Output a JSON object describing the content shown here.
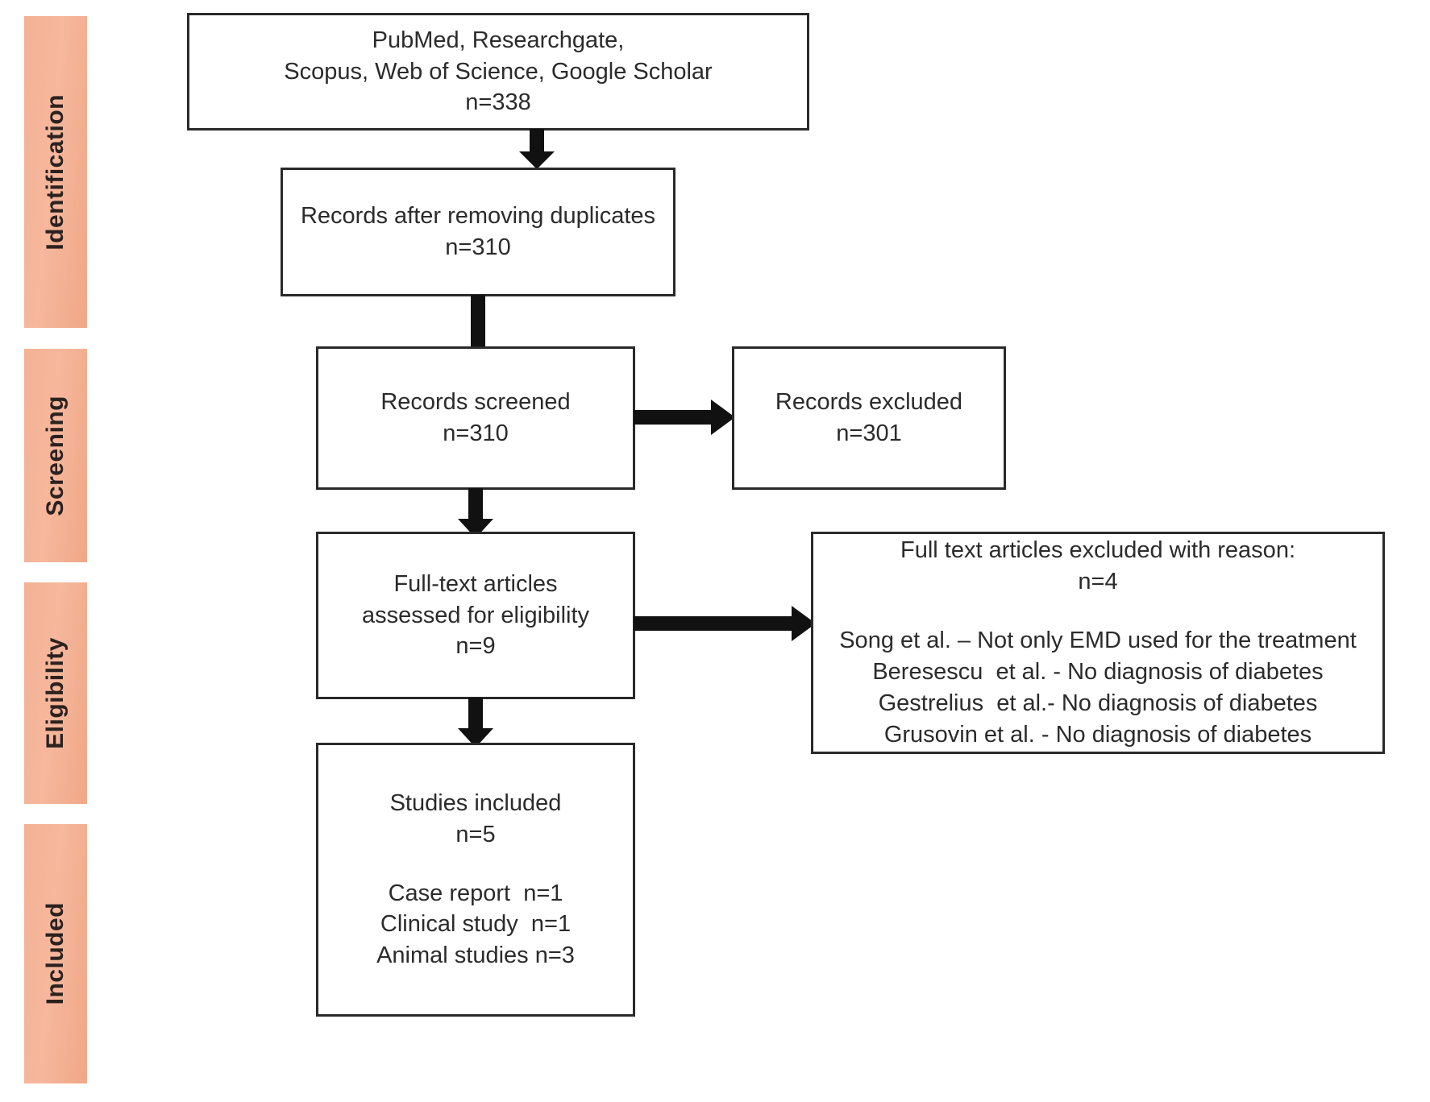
{
  "diagram": {
    "type": "prisma-flow-diagram",
    "phases": [
      {
        "id": "identification",
        "label": "Identification"
      },
      {
        "id": "screening",
        "label": "Screening"
      },
      {
        "id": "eligibility",
        "label": "Eligibility"
      },
      {
        "id": "included",
        "label": "Included"
      }
    ],
    "accent_color": "#f2ac8e",
    "box_border_color": "#2a2a2a",
    "text_color": "#2b2b2b",
    "boxes": {
      "sources": {
        "lines": [
          "PubMed, Researchgate,",
          "Scopus, Web of Science, Google Scholar",
          "n=338"
        ],
        "count": 338
      },
      "after_duplicates": {
        "lines": [
          "Records after removing duplicates",
          "n=310"
        ],
        "count": 310
      },
      "screened": {
        "lines": [
          "Records screened",
          "n=310"
        ],
        "count": 310
      },
      "excluded": {
        "lines": [
          "Records excluded",
          "n=301"
        ],
        "count": 301
      },
      "eligibility": {
        "lines": [
          "Full-text articles",
          "assessed for eligibility",
          "n=9"
        ],
        "count": 9
      },
      "excluded_reasons": {
        "header_lines": [
          "Full text articles excluded with reason:",
          "n=4"
        ],
        "count": 4,
        "reasons": [
          "Song et al. – Not only EMD used for the treatment",
          "Beresescu  et al. - No diagnosis of diabetes",
          "Gestrelius  et al.- No diagnosis of diabetes",
          "Grusovin et al. - No diagnosis of diabetes"
        ]
      },
      "included": {
        "lines": [
          "Studies included",
          "n=5"
        ],
        "count": 5,
        "breakdown": [
          "Case report  n=1",
          "Clinical study  n=1",
          "Animal studies n=3"
        ]
      }
    },
    "connectors": [
      {
        "id": "sources-to-after-duplicates",
        "direction": "down"
      },
      {
        "id": "after-duplicates-to-screened",
        "direction": "down"
      },
      {
        "id": "screened-to-excluded",
        "direction": "right"
      },
      {
        "id": "screened-to-eligibility",
        "direction": "down"
      },
      {
        "id": "eligibility-to-excluded-reasons",
        "direction": "right"
      },
      {
        "id": "eligibility-to-included",
        "direction": "down"
      }
    ]
  }
}
